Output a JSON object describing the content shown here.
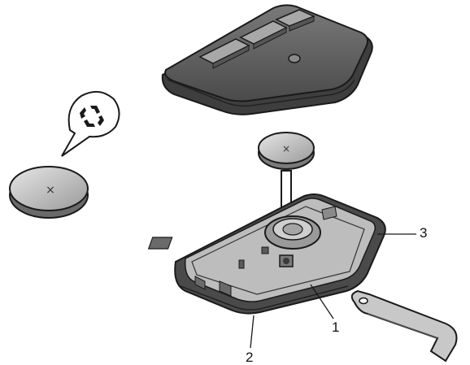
{
  "callouts": {
    "one": "1",
    "two": "2",
    "three": "3"
  },
  "icons": {
    "recycle": "recycle-icon",
    "battery_mark": "×"
  },
  "colors": {
    "outline": "#1a1a1a",
    "remote_body": "#5f5f5f",
    "remote_edge": "#3c3c3c",
    "button_face": "#9a9a9a",
    "battery_face": "#c8c8c8",
    "battery_rim": "#8a8a8a",
    "base_tray": "#4a4a4a",
    "base_inner": "#b4b4b4",
    "tool": "#bdbdbd"
  }
}
